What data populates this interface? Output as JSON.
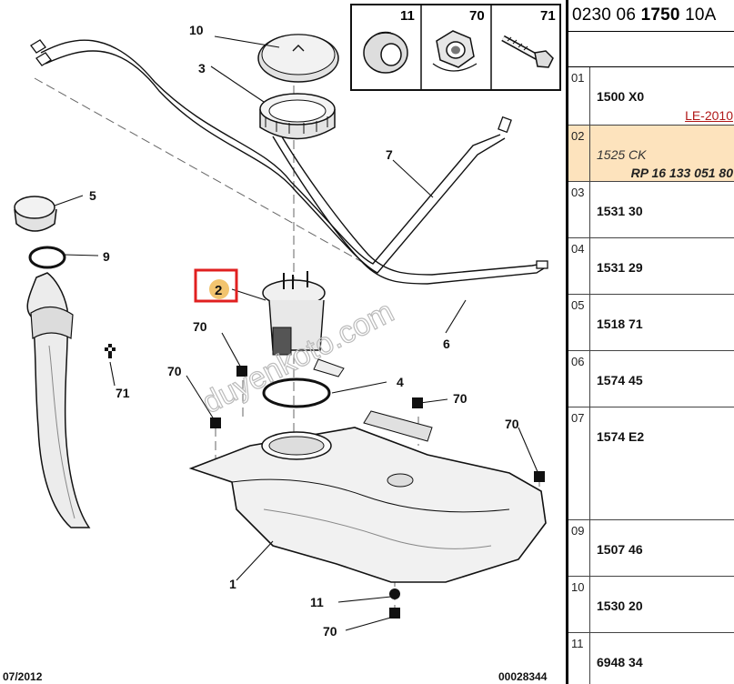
{
  "diagram": {
    "callouts": {
      "c1": "1",
      "c2": "2",
      "c3": "3",
      "c4": "4",
      "c5": "5",
      "c6": "6",
      "c7": "7",
      "c9": "9",
      "c10": "10",
      "c11": "11",
      "c70": "70",
      "c71": "71"
    },
    "inset_labels": [
      "11",
      "70",
      "71"
    ],
    "watermark": "duyenkoto.com",
    "footer_date": "07/2012",
    "footer_ref": "00028344",
    "colors": {
      "highlight": "#e02020",
      "badge": "#f2c46f",
      "ink": "#111111"
    }
  },
  "panel": {
    "header_prefix": "0230 06 ",
    "header_bold": "1750",
    "header_suffix": " 10A",
    "rows": [
      {
        "idx": "01",
        "code": "1500 X0",
        "note": "LE-2010"
      },
      {
        "idx": "02",
        "code": "1525 CK",
        "ref": "RP 16 133 051 80"
      },
      {
        "idx": "03",
        "code": "1531 30"
      },
      {
        "idx": "04",
        "code": "1531 29"
      },
      {
        "idx": "05",
        "code": "1518 71"
      },
      {
        "idx": "06",
        "code": "1574 45"
      },
      {
        "idx": "07",
        "code": "1574 E2"
      },
      {
        "idx": "09",
        "code": "1507 46"
      },
      {
        "idx": "10",
        "code": "1530 20"
      },
      {
        "idx": "11",
        "code": "6948 34"
      }
    ]
  }
}
